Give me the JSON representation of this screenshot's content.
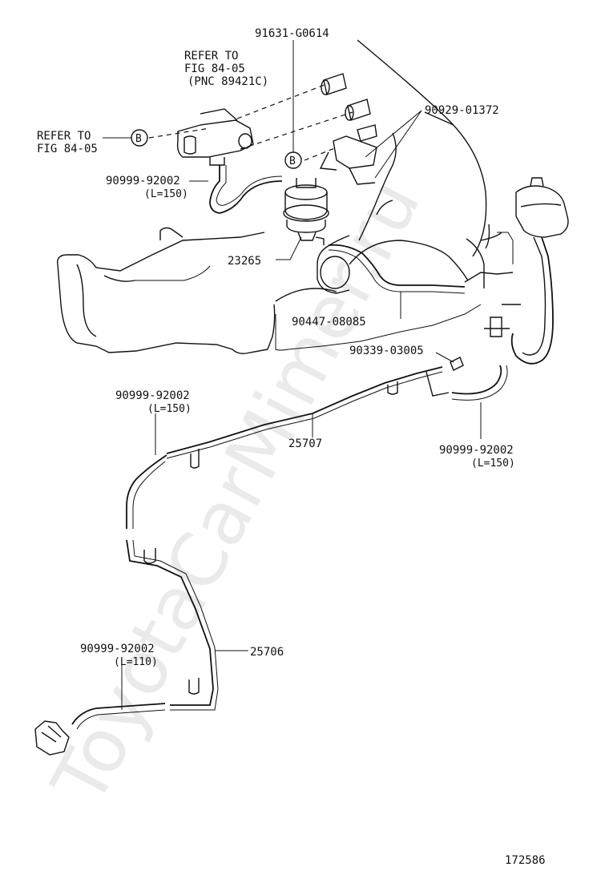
{
  "watermark": "ToyotaCarMimer.ru",
  "figure_number": "172586",
  "refer_top": {
    "line1": "REFER TO",
    "line2": "FIG 84-05",
    "line3": "(PNC 89421C)"
  },
  "refer_left": {
    "line1": "REFER TO",
    "line2": "FIG 84-05"
  },
  "ref_mark": "B",
  "parts": {
    "p91631": "91631-G0614",
    "p90929": "90929-01372",
    "hose_top_left": {
      "number": "90999-92002",
      "length": "(L=150)"
    },
    "p23265": "23265",
    "p90447": "90447-08085",
    "p90339": "90339-03005",
    "hose_mid_left": {
      "number": "90999-92002",
      "length": "(L=150)"
    },
    "p25707": "25707",
    "hose_mid_right": {
      "number": "90999-92002",
      "length": "(L=150)"
    },
    "p25706": "25706",
    "hose_bottom_left": {
      "number": "90999-92002",
      "length": "(L=110)"
    }
  }
}
